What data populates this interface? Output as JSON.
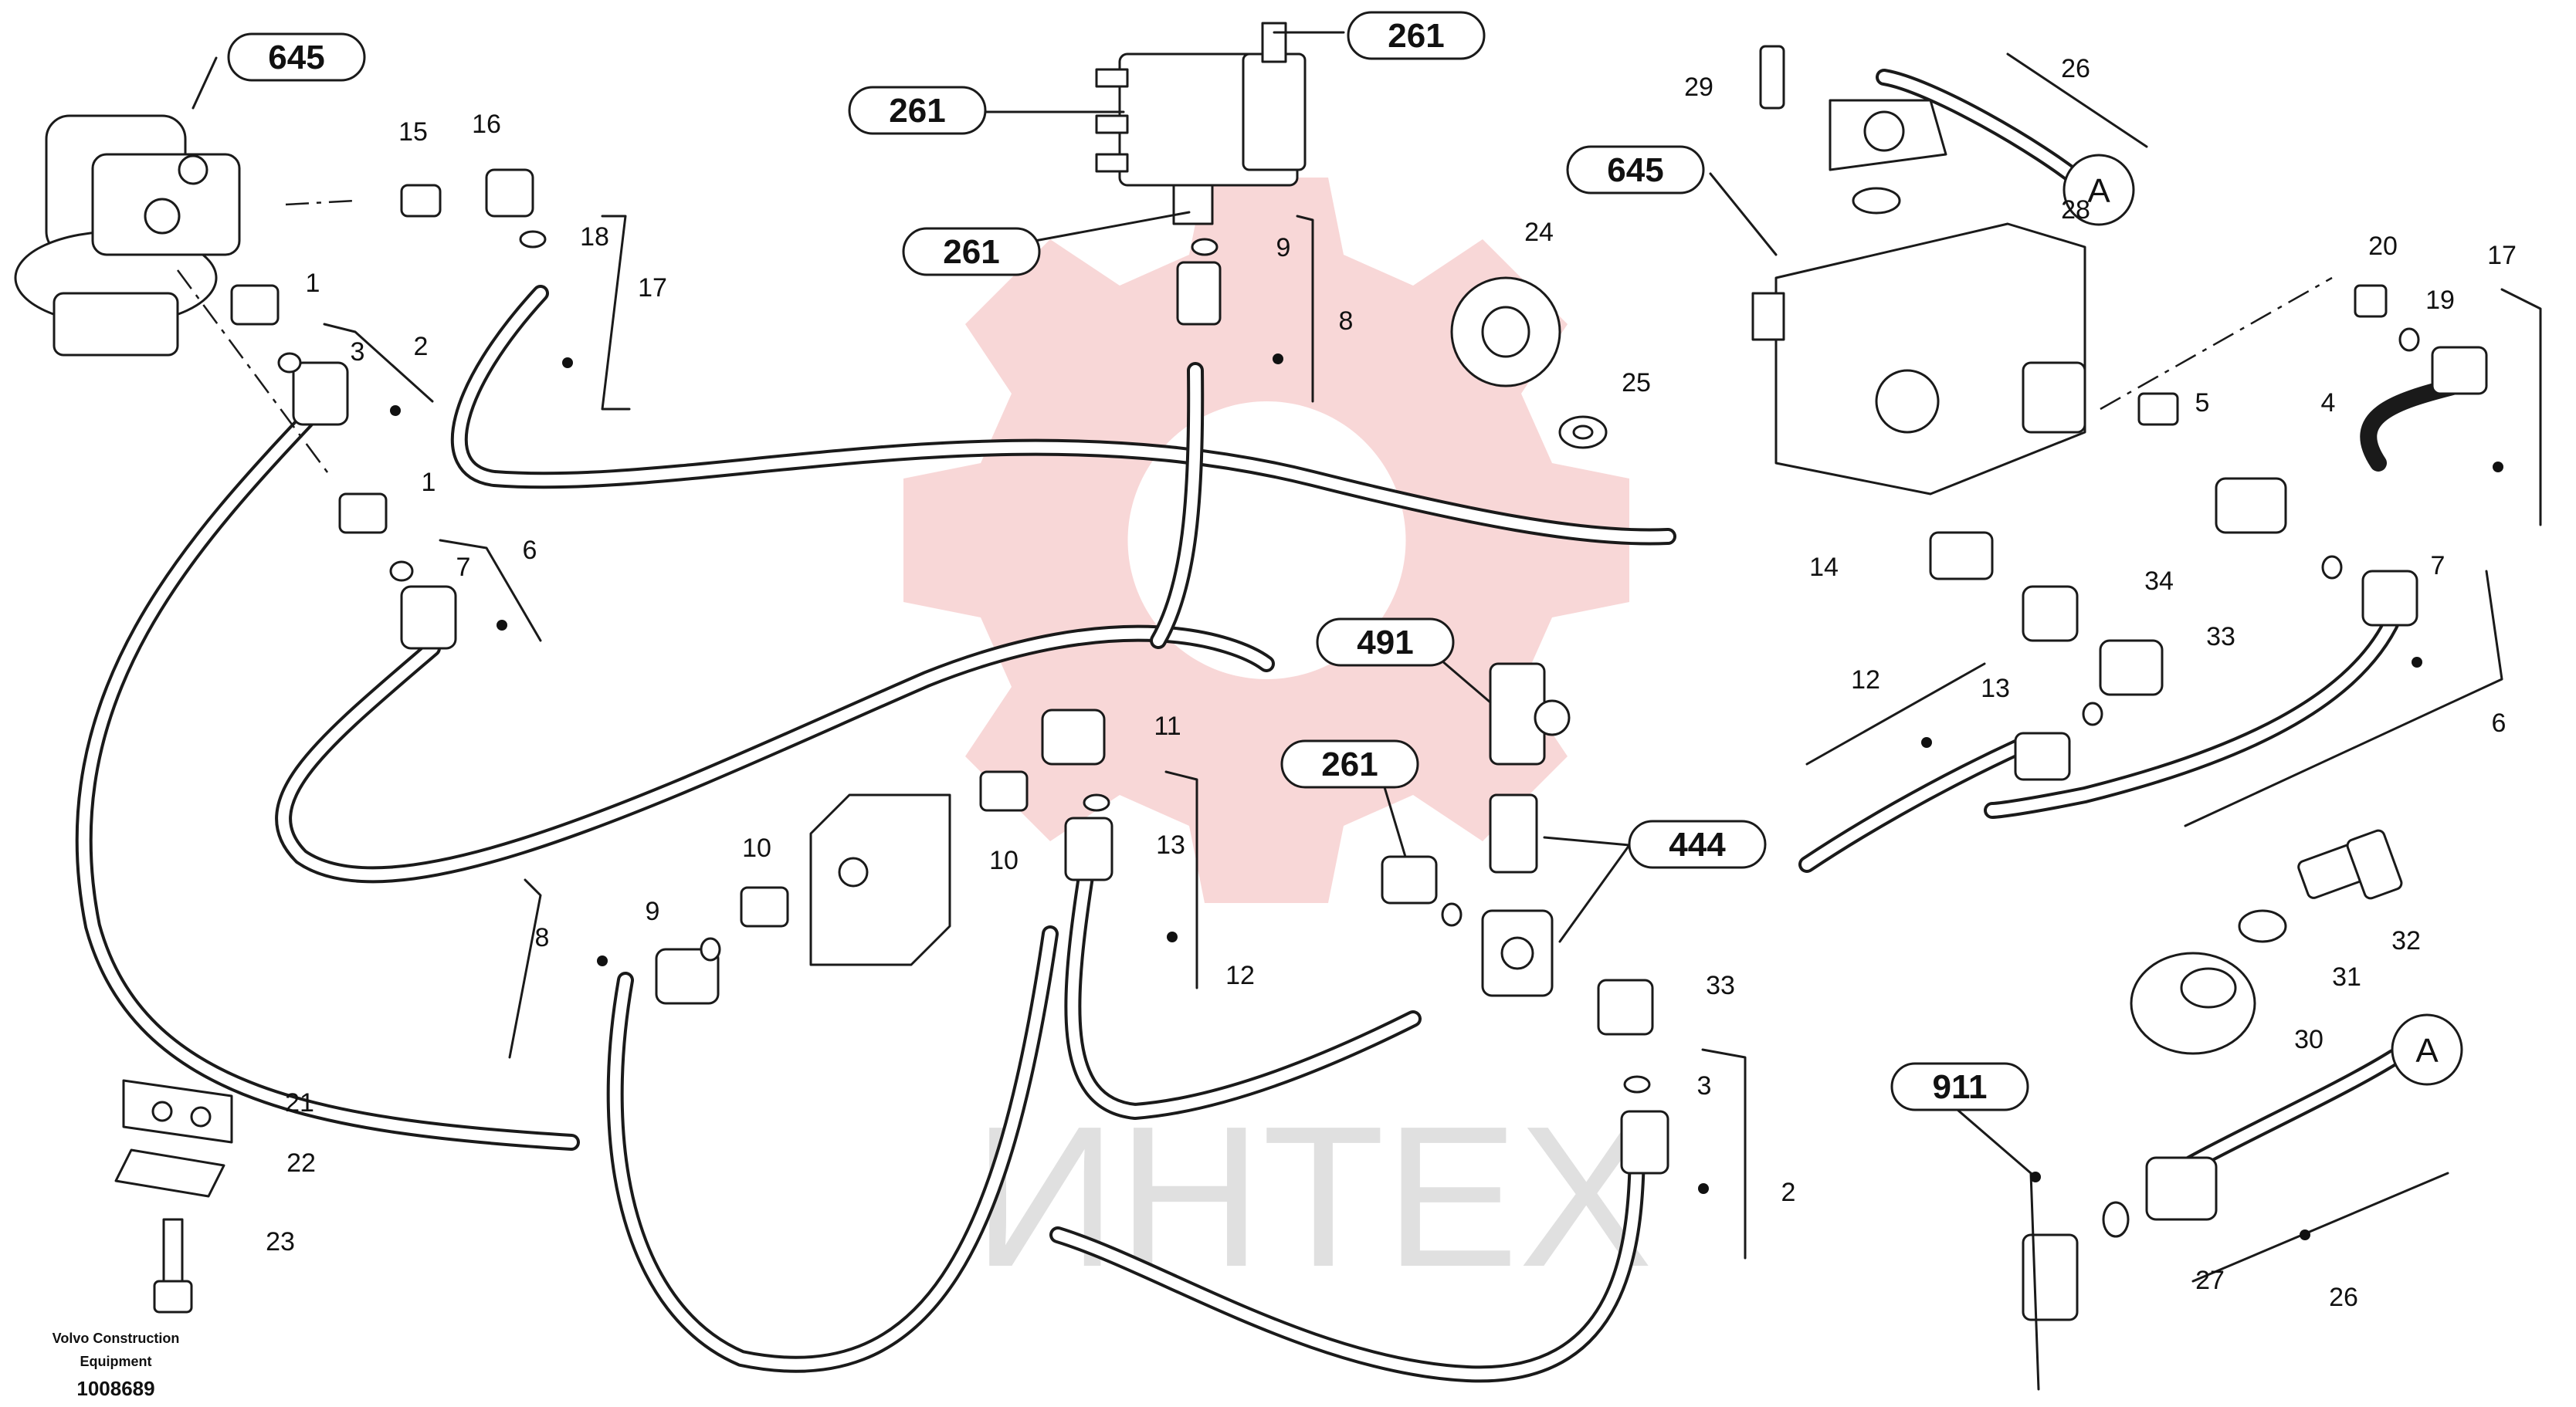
{
  "footer": {
    "brand_line1": "Volvo Construction",
    "brand_line2": "Equipment",
    "doc_number": "1008689"
  },
  "watermark": {
    "text": "ИНТЕХ"
  },
  "ovals": [
    {
      "text": "645"
    },
    {
      "text": "261"
    },
    {
      "text": "261"
    },
    {
      "text": "261"
    },
    {
      "text": "645"
    },
    {
      "text": "491"
    },
    {
      "text": "261"
    },
    {
      "text": "444"
    },
    {
      "text": "911"
    }
  ],
  "circles": [
    {
      "text": "A"
    },
    {
      "text": "A"
    }
  ],
  "labels": [
    {
      "text": "15"
    },
    {
      "text": "16"
    },
    {
      "text": "18"
    },
    {
      "text": "17"
    },
    {
      "text": "1"
    },
    {
      "text": "3"
    },
    {
      "text": "2"
    },
    {
      "text": "1"
    },
    {
      "text": "7"
    },
    {
      "text": "6"
    },
    {
      "text": "9"
    },
    {
      "text": "8"
    },
    {
      "text": "24"
    },
    {
      "text": "25"
    },
    {
      "text": "29"
    },
    {
      "text": "26"
    },
    {
      "text": "28"
    },
    {
      "text": "20"
    },
    {
      "text": "19"
    },
    {
      "text": "17"
    },
    {
      "text": "5"
    },
    {
      "text": "4"
    },
    {
      "text": "14"
    },
    {
      "text": "34"
    },
    {
      "text": "7"
    },
    {
      "text": "33"
    },
    {
      "text": "12"
    },
    {
      "text": "13"
    },
    {
      "text": "6"
    },
    {
      "text": "11"
    },
    {
      "text": "13"
    },
    {
      "text": "10"
    },
    {
      "text": "10"
    },
    {
      "text": "12"
    },
    {
      "text": "9"
    },
    {
      "text": "8"
    },
    {
      "text": "33"
    },
    {
      "text": "3"
    },
    {
      "text": "2"
    },
    {
      "text": "32"
    },
    {
      "text": "31"
    },
    {
      "text": "30"
    },
    {
      "text": "27"
    },
    {
      "text": "26"
    },
    {
      "text": "21"
    },
    {
      "text": "22"
    },
    {
      "text": "23"
    }
  ]
}
